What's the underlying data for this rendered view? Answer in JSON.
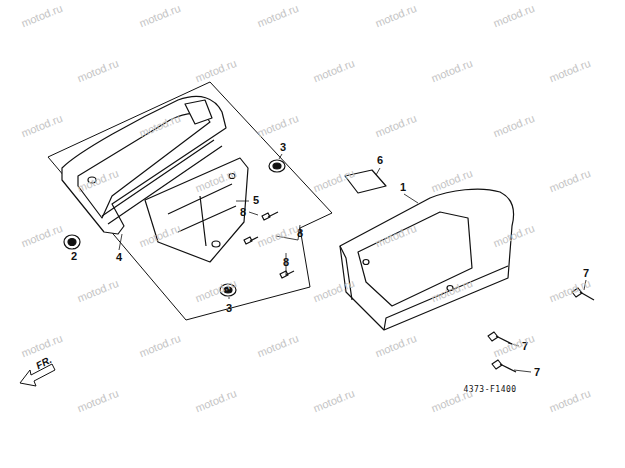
{
  "diagram": {
    "labels": [
      "3",
      "6",
      "1",
      "8",
      "5",
      "8",
      "8",
      "2",
      "4",
      "3",
      "7",
      "7",
      "7",
      "FR.",
      "4373-F1400",
      "motod.ru",
      "motod.ru",
      "motod.ru",
      "motod.ru",
      "motod.ru",
      "motod.ru",
      "motod.ru",
      "motod.ru",
      "motod.ru",
      "motod.ru",
      "motod.ru",
      "motod.ru",
      "motod.ru",
      "motod.ru",
      "motod.ru",
      "motod.ru",
      "motod.ru",
      "motod.ru",
      "motod.ru",
      "motod.ru",
      "motod.ru",
      "motod.ru",
      "motod.ru",
      "motod.ru",
      "motod.ru",
      "motod.ru",
      "motod.ru",
      "motod.ru",
      "motod.ru",
      "motod.ru",
      "motod.ru",
      "motod.ru",
      "motod.ru",
      "motod.ru",
      "motod.ru",
      "motod.ru",
      "motod.ru",
      "motod.ru",
      "motod.ru",
      "motod.ru"
    ]
  }
}
